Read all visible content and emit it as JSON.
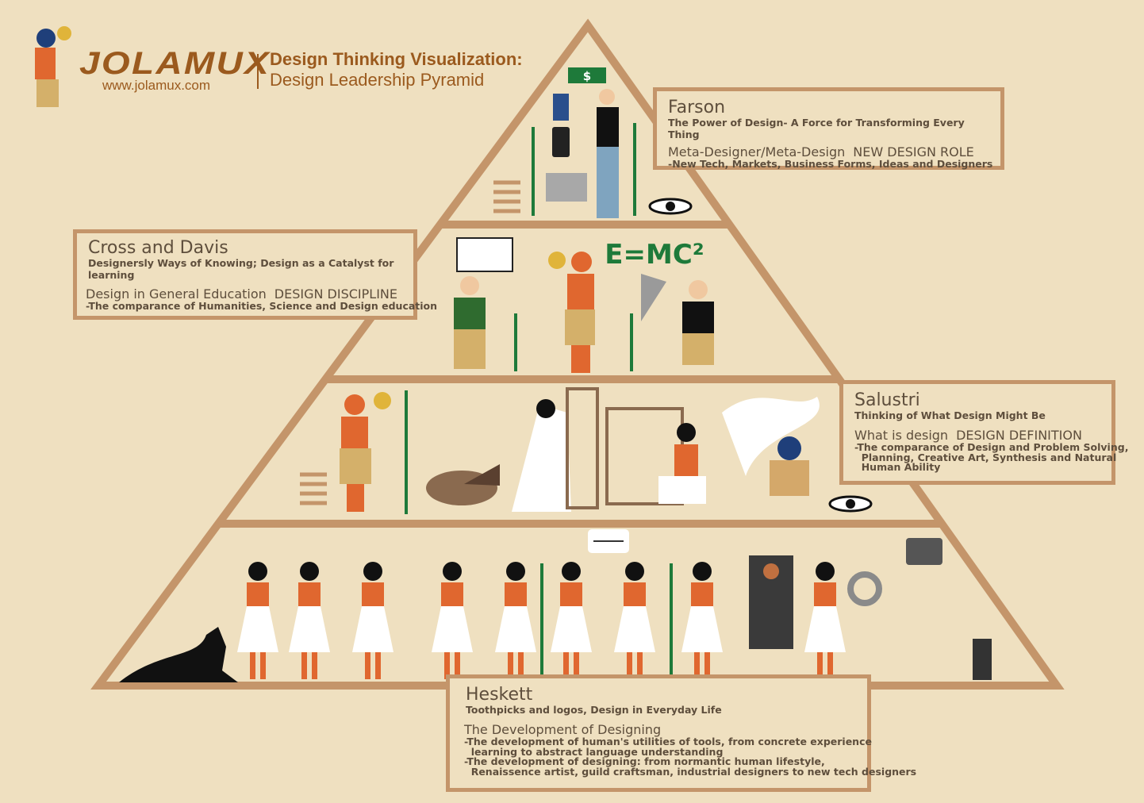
{
  "header": {
    "logo_text": "JOLAMUX",
    "url": "www.jolamux.com",
    "title": "Design Thinking Visualization:",
    "subtitle": "Design Leadership Pyramid"
  },
  "levels": [
    {
      "author": "Farson",
      "book": "The Power of Design- A Force for Transforming Every Thing",
      "topic": "Meta-Designer/Meta-Design",
      "role": "NEW DESIGN ROLE",
      "description": "-New Tech, Markets, Business Forms, Ideas and Designers"
    },
    {
      "author": "Cross and Davis",
      "book": "Designersly Ways of Knowing; Design as a Catalyst for learning",
      "topic": "Design in General Education",
      "role": "DESIGN DISCIPLINE",
      "description": "-The comparance of Humanities, Science and Design education"
    },
    {
      "author": "Salustri",
      "book": "Thinking of What Design Might Be",
      "topic": "What is design",
      "role": "DESIGN DEFINITION",
      "description": "-The comparance of Design and Problem Solving,\n  Planning, Creative Art, Synthesis and Natural\n  Human Ability"
    },
    {
      "author": "Heskett",
      "book": "Toothpicks and logos, Design in Everyday Life",
      "topic": "The Development of Designing",
      "role": "",
      "description": "-The development of human's utilities of tools, from concrete experience\n  learning to abstract language understanding\n-The development of designing: from normantic human lifestyle,\n  Renaissence artist, guild craftsman, industrial designers to new tech designers"
    }
  ],
  "decor": {
    "dollar": "$",
    "formula": "E=MC²"
  },
  "colors": {
    "background": "#efe0c0",
    "pyramid": "#c4956a",
    "brand": "#9b5a1e",
    "text": "#5e4e3c",
    "skin": "#e0672f",
    "green": "#1e7a3a"
  }
}
